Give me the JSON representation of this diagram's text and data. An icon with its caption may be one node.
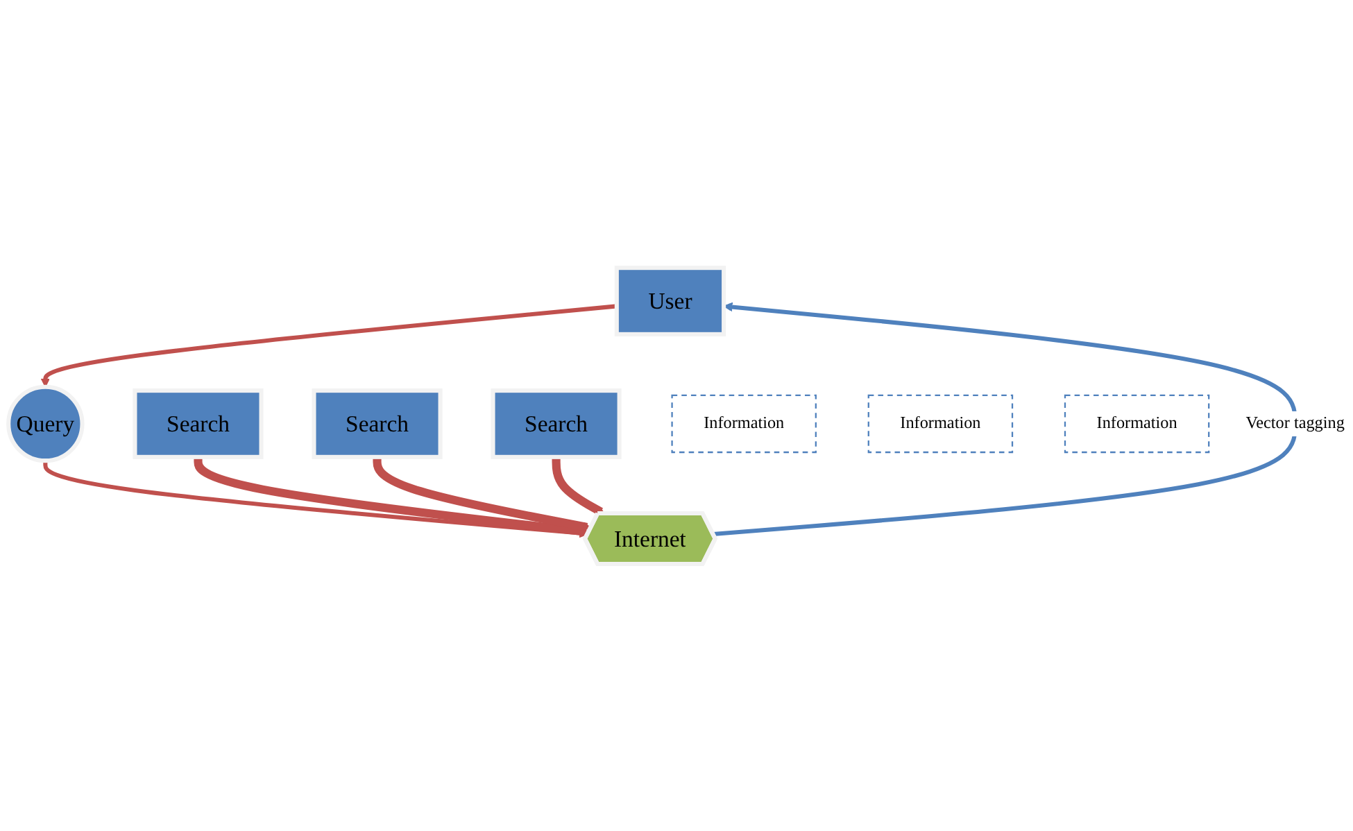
{
  "diagram": {
    "nodes": [
      {
        "text": [
          "User"
        ]
      },
      {
        "text": [
          "Query"
        ]
      },
      {
        "text": [
          "Internet"
        ]
      },
      {
        "text": [
          "Information"
        ]
      },
      {
        "text": [
          "Information"
        ]
      },
      {
        "text": [
          "Information"
        ]
      },
      {
        "text": [
          "Search"
        ]
      },
      {
        "text": [
          "Search"
        ]
      },
      {
        "text": [
          "Search"
        ]
      }
    ],
    "edges": [
      {
        "from": 0,
        "to": 1,
        "arrow": "to"
      },
      {
        "from": 1,
        "to": 2,
        "arrow": "to"
      },
      {
        "from": 2,
        "to": 0,
        "arrow": "to",
        "label": "Vector tagging",
        "color": "#4f81bd"
      },
      {
        "from": 6,
        "to": 2,
        "arrow": "to",
        "style": "thick"
      },
      {
        "from": 7,
        "to": 2,
        "arrow": "to",
        "style": "thick"
      },
      {
        "from": 8,
        "to": 2,
        "arrow": "to",
        "style": "thick"
      }
    ]
  }
}
